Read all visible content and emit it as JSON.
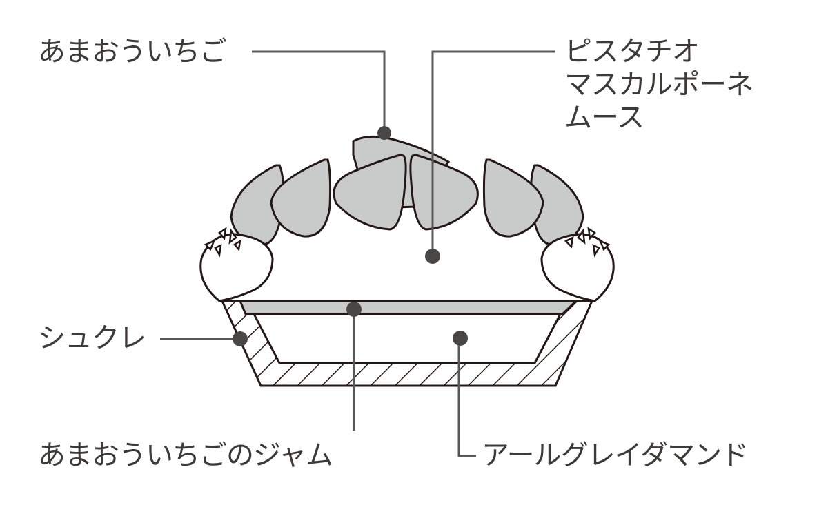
{
  "labels": {
    "strawberry": "あまおういちご",
    "mousse_line1": "ピスタチオ",
    "mousse_line2": "マスカルポーネ",
    "mousse_line3": "ムース",
    "sucree": "シュクレ",
    "jam": "あまおういちごのジャム",
    "almond": "アールグレイダマンド"
  },
  "colors": {
    "stroke": "#231815",
    "strawberry_fill": "#c9caca",
    "leader": "#595757",
    "dot": "#4a4646"
  }
}
